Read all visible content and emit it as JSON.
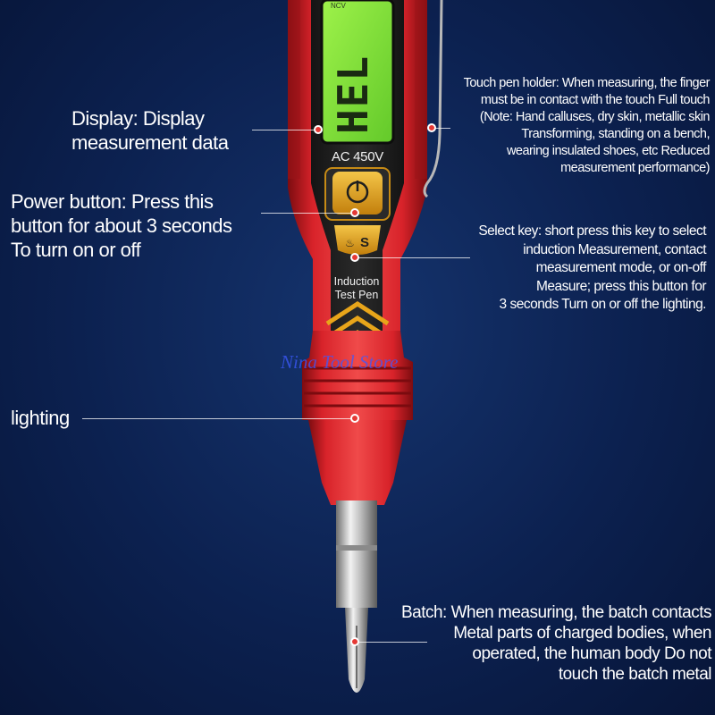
{
  "device": {
    "lcd_text": "HEL",
    "ncv_label": "NCV",
    "voltage_label": "AC 450V",
    "product_label_line1": "Induction",
    "product_label_line2": "Test Pen",
    "select_key_glyph": "S",
    "power_glyph": "⏻"
  },
  "watermark": "Nina Tool Store",
  "annotations": {
    "display": [
      "Display: Display",
      "measurement data"
    ],
    "power_button": [
      "Power button: Press this",
      "button for about 3 seconds",
      "To turn on or off"
    ],
    "lighting": [
      "lighting"
    ],
    "touch_holder": [
      "Touch pen holder: When measuring, the finger",
      "must be in contact with the touch Full touch",
      "(Note: Hand calluses, dry skin, metallic skin",
      "Transforming, standing on a bench,",
      "wearing insulated shoes, etc Reduced",
      "measurement performance)"
    ],
    "select_key": [
      "Select key: short press this key to select",
      "induction Measurement, contact",
      "measurement mode, or on-off",
      "Measure; press this button for",
      "3 seconds Turn on or off the lighting."
    ],
    "batch": [
      "Batch: When measuring, the batch contacts",
      "Metal parts of charged bodies, when",
      "operated, the human body Do not",
      "touch the batch metal"
    ]
  },
  "colors": {
    "body_red": "#d8232a",
    "dark_red": "#8f0f14",
    "lcd_green": "#7fe33a",
    "button_gold": "#e0a21a",
    "marker_red": "#e53935"
  }
}
